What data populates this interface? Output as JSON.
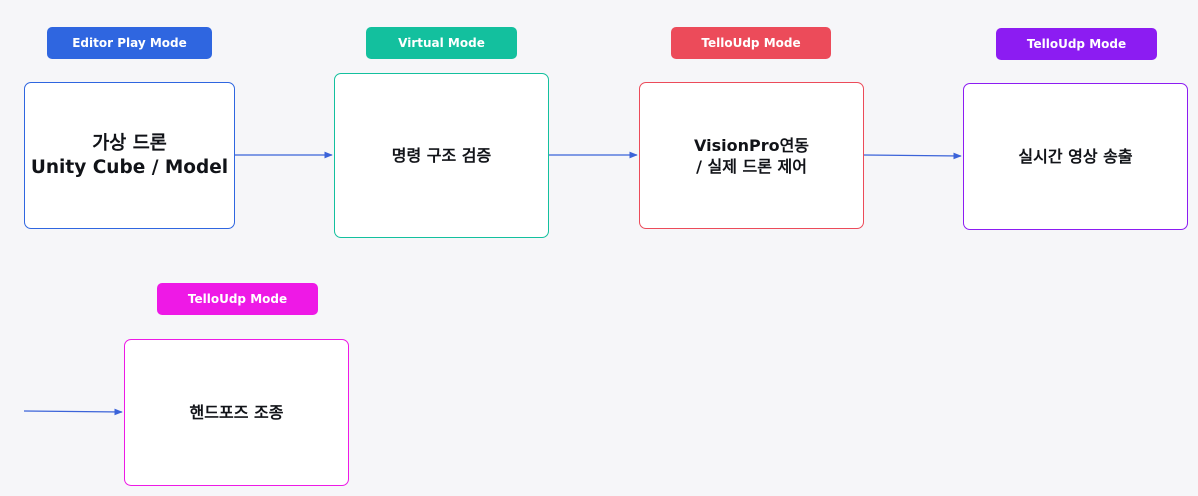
{
  "colors": {
    "blue": "#2f66e0",
    "teal": "#13c09e",
    "red": "#ec4b5a",
    "purple": "#8c1cf2",
    "magenta": "#ee19e6",
    "arrow": "#3b63d9"
  },
  "badges": {
    "editor_play": "Editor Play Mode",
    "virtual": "Virtual Mode",
    "tello_red": "TelloUdp Mode",
    "tello_purple": "TelloUdp Mode",
    "tello_magenta": "TelloUdp Mode"
  },
  "nodes": {
    "virtual_drone": {
      "line1": "가상 드론",
      "line2": "Unity Cube / Model"
    },
    "command_check": {
      "line1": "명령 구조 검증"
    },
    "visionpro": {
      "line1": "VisionPro연동",
      "line2": "/ 실제 드론 제어"
    },
    "video_stream": {
      "line1": "실시간 영상 송출"
    },
    "hand_pose": {
      "line1": "핸드포즈 조종"
    }
  }
}
